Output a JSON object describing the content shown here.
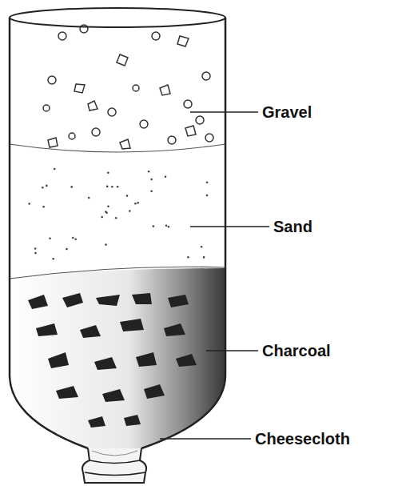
{
  "diagram": {
    "labels": [
      "Gravel",
      "Sand",
      "Charcoal",
      "Cheesecloth"
    ]
  }
}
